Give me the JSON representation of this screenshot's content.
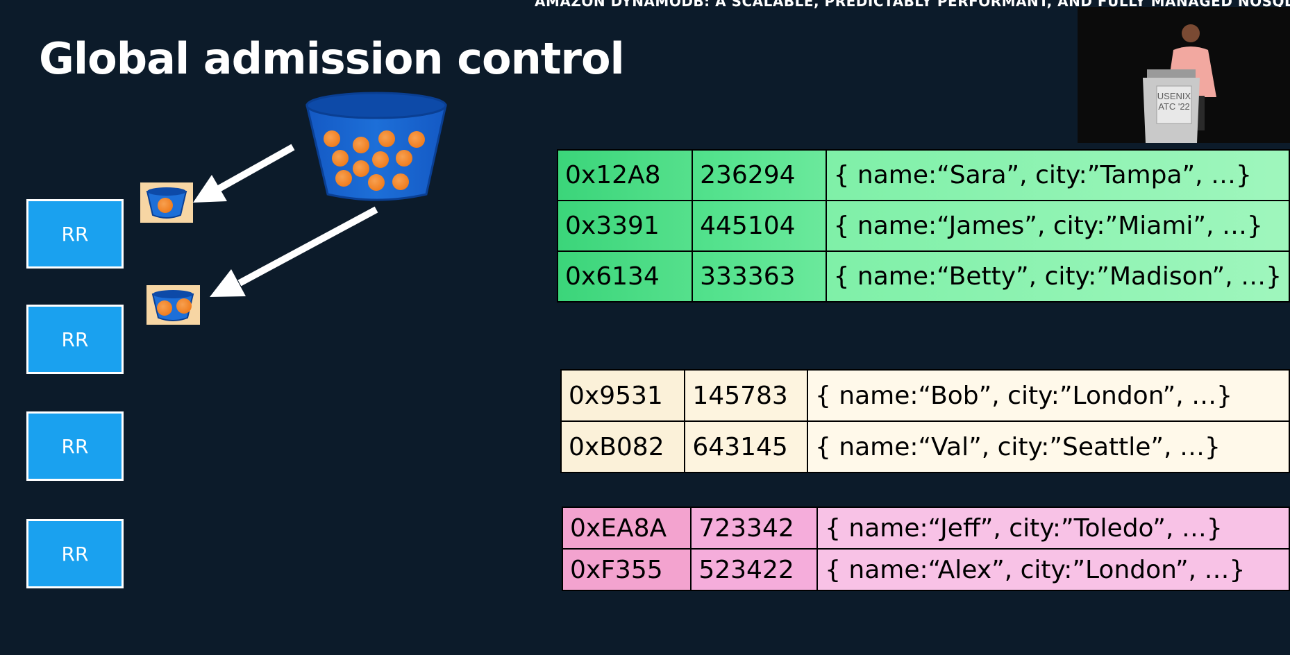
{
  "header": {
    "banner": "AMAZON DYNAMODB: A SCALABLE, PREDICTABLY PERFORMANT, AND FULLY MANAGED NOSQL DATABASE SERVICE"
  },
  "slide": {
    "title": "Global admission control"
  },
  "speaker_video": {
    "podium_line1": "USENIX",
    "podium_line2": "ATC '22"
  },
  "request_routers": [
    {
      "label": "RR"
    },
    {
      "label": "RR"
    },
    {
      "label": "RR"
    },
    {
      "label": "RR"
    }
  ],
  "partitions": {
    "green": [
      {
        "key": "0x12A8",
        "value": "236294",
        "item": "{ name:“Sara”, city:”Tampa”, …}"
      },
      {
        "key": "0x3391",
        "value": "445104",
        "item": "{ name:“James”, city:”Miami”, …}"
      },
      {
        "key": "0x6134",
        "value": "333363",
        "item": "{ name:“Betty”, city:”Madison”, …}"
      }
    ],
    "cream": [
      {
        "key": "0x9531",
        "value": "145783",
        "item": "{ name:“Bob”, city:”London”, …}"
      },
      {
        "key": "0xB082",
        "value": "643145",
        "item": "{ name:“Val”, city:”Seattle”, …}"
      }
    ],
    "pink": [
      {
        "key": "0xEA8A",
        "value": "723342",
        "item": "{ name:“Jeff”, city:”Toledo”, …}"
      },
      {
        "key": "0xF355",
        "value": "523422",
        "item": "{ name:“Alex”, city:”London”, …}"
      }
    ]
  },
  "colors": {
    "background": "#0c1b2a",
    "rr_fill": "#1aa1ef",
    "bucket_blue": "#1d6fd8",
    "token_orange": "#f58a2a",
    "green_partition": "#55e08c",
    "cream_partition": "#fdf4df",
    "pink_partition": "#f5addb"
  }
}
